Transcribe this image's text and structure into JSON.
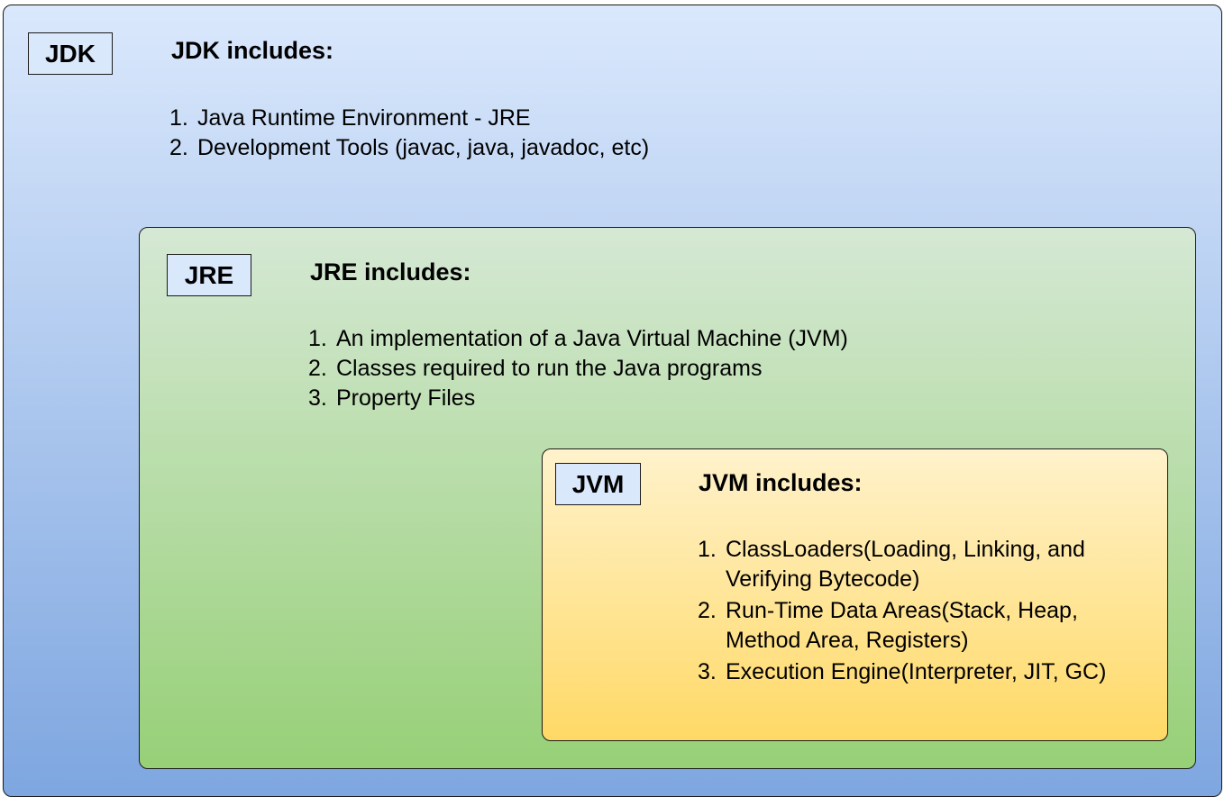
{
  "jdk": {
    "tag": "JDK",
    "heading": "JDK includes:",
    "items": [
      "Java Runtime Environment - JRE",
      "Development Tools (javac, java, javadoc, etc)"
    ]
  },
  "jre": {
    "tag": "JRE",
    "heading": "JRE includes:",
    "items": [
      "An implementation of a Java Virtual Machine (JVM)",
      "Classes required to run the Java programs",
      "Property Files"
    ]
  },
  "jvm": {
    "tag": "JVM",
    "heading": "JVM includes:",
    "items": [
      "ClassLoaders(Loading, Linking, and Verifying Bytecode)",
      "Run-Time Data Areas(Stack, Heap, Method Area, Registers)",
      "Execution Engine(Interpreter, JIT, GC)"
    ]
  },
  "colors": {
    "jdk_top": "#dae8fc",
    "jdk_bottom": "#7ea6e0",
    "jre_top": "#d5e8d4",
    "jre_bottom": "#97d077",
    "jvm_top": "#fff2cc",
    "jvm_bottom": "#ffd966",
    "tag_fill": "#dae8fc",
    "border": "#1a1a1a"
  }
}
